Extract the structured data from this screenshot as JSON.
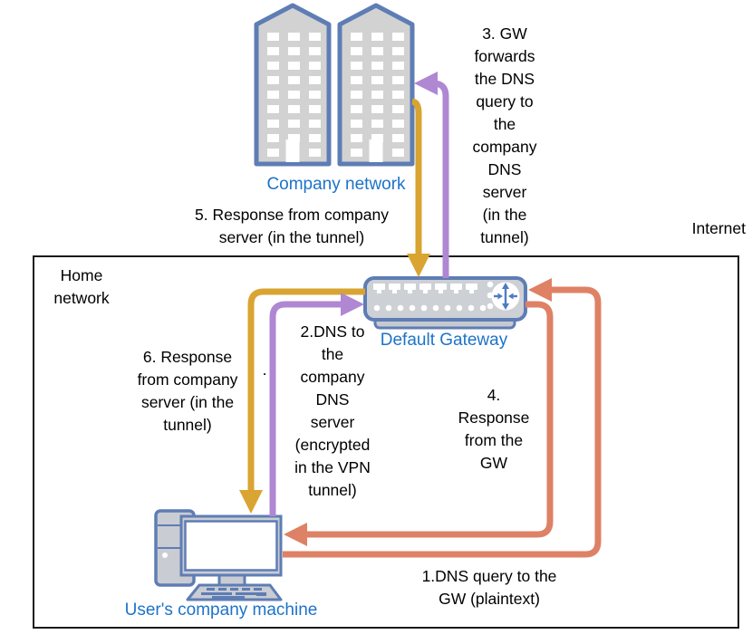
{
  "page": {
    "internet_label": "Internet",
    "home_network_label": "Home\nnetwork",
    "stray_mark": "."
  },
  "nodes": {
    "company_network": {
      "label": "Company network"
    },
    "default_gateway": {
      "label": "Default Gateway"
    },
    "user_machine": {
      "label": "User's company machine"
    }
  },
  "flows": [
    {
      "num": "1",
      "label": "1.DNS query to the\nGW (plaintext)",
      "color": "#DE8165",
      "from": "user_machine",
      "to": "default_gateway"
    },
    {
      "num": "2",
      "label": "2.DNS to\nthe\ncompany\nDNS\nserver\n(encrypted\nin the VPN\ntunnel)",
      "color": "#AF87D2",
      "from": "user_machine",
      "to": "default_gateway"
    },
    {
      "num": "3",
      "label": "3. GW\nforwards\nthe DNS\nquery to\nthe\ncompany\nDNS\nserver\n(in the\ntunnel)",
      "color": "#AF87D2",
      "from": "default_gateway",
      "to": "company_network"
    },
    {
      "num": "4",
      "label": "4.\nResponse\nfrom the\nGW",
      "color": "#DE8165",
      "from": "default_gateway",
      "to": "user_machine"
    },
    {
      "num": "5",
      "label": "5. Response from company\nserver (in the tunnel)",
      "color": "#D9A431",
      "from": "company_network",
      "to": "default_gateway"
    },
    {
      "num": "6",
      "label": "6. Response\nfrom company\nserver (in the\ntunnel)",
      "color": "#D9A431",
      "from": "default_gateway",
      "to": "user_machine"
    }
  ],
  "colors": {
    "flow_plaintext": "#DE8165",
    "flow_encrypted": "#AF87D2",
    "flow_tunnel_response": "#D9A431",
    "node_label_text": "#1D73C9",
    "device_outline": "#5E7DB5",
    "device_fill": "#CDD0D5",
    "boundary_line": "#1a1a1a"
  }
}
